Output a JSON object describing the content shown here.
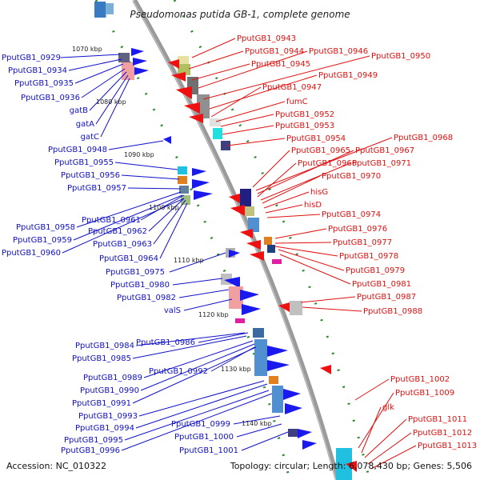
{
  "title": "Pseudomonas putida GB-1, complete genome",
  "footer": {
    "accession": "Accession: NC_010322",
    "topology": "Topology: circular; Length: 6,078,430 bp; Genes: 5,506"
  },
  "ticks": [
    "1070 kbp",
    "1080 kbp",
    "1090 kbp",
    "1100 kbp",
    "1110 kbp",
    "1120 kbp",
    "1130 kbp",
    "1140 kbp"
  ],
  "left_labels": [
    "PputGB1_0929",
    "PputGB1_0934",
    "PputGB1_0935",
    "PputGB1_0936",
    "gatB",
    "gatA",
    "gatC",
    "PputGB1_0948",
    "PputGB1_0955",
    "PputGB1_0956",
    "PputGB1_0957",
    "PputGB1_0958",
    "PputGB1_0959",
    "PputGB1_0960",
    "PputGB1_0961",
    "PputGB1_0962",
    "PputGB1_0963",
    "PputGB1_0964",
    "PputGB1_0975",
    "PputGB1_0980",
    "PputGB1_0982",
    "valS",
    "PputGB1_0984",
    "PputGB1_0985",
    "PputGB1_0986",
    "PputGB1_0989",
    "PputGB1_0990",
    "PputGB1_0991",
    "PputGB1_0992",
    "PputGB1_0993",
    "PputGB1_0994",
    "PputGB1_0995",
    "PputGB1_0996",
    "PputGB1_0999",
    "PputGB1_1000",
    "PputGB1_1001"
  ],
  "right_labels": [
    "PputGB1_0943",
    "PputGB1_0944",
    "PputGB1_0945",
    "PputGB1_0946",
    "PputGB1_0950",
    "PputGB1_0949",
    "PputGB1_0947",
    "fumC",
    "PputGB1_0952",
    "PputGB1_0953",
    "PputGB1_0954",
    "PputGB1_0968",
    "PputGB1_0965",
    "PputGB1_0967",
    "PputGB1_0966",
    "PputGB1_0971",
    "PputGB1_0970",
    "hisG",
    "hisD",
    "PputGB1_0974",
    "PputGB1_0976",
    "PputGB1_0977",
    "PputGB1_0978",
    "PputGB1_0979",
    "PputGB1_0981",
    "PputGB1_0987",
    "PputGB1_0988",
    "PputGB1_1002",
    "PputGB1_1009",
    "glk",
    "PputGB1_1011",
    "PputGB1_1012",
    "PputGB1_1013"
  ],
  "colors": {
    "forward": "#1a1aee",
    "reverse": "#ee1111",
    "backbone": "#999999",
    "tick_dots": "#2a8a2a"
  }
}
